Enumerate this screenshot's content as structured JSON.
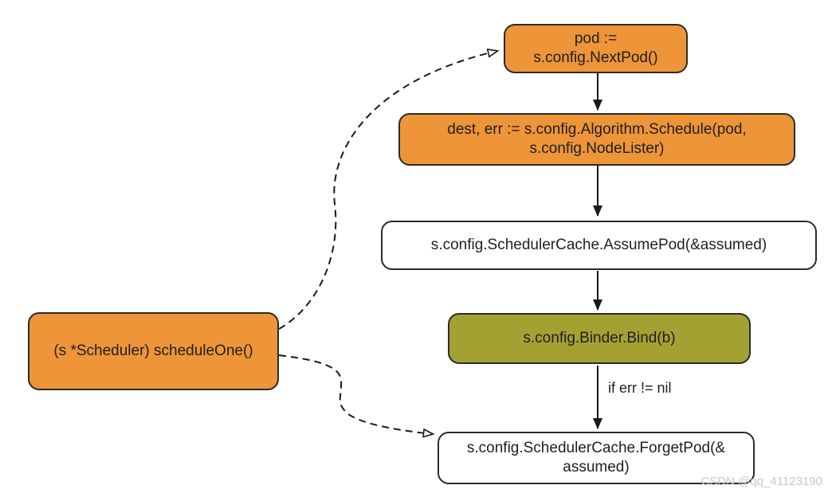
{
  "colors": {
    "orange": "#ED9538",
    "olive": "#A4A133",
    "node_border": "#2b2b2b",
    "text": "#1f1f1f",
    "arrow": "#1a1a1a",
    "watermark": "#c7c7c7",
    "background": "#ffffff"
  },
  "diagram": {
    "nodes": {
      "next_pod": {
        "label": "pod :=\ns.config.NextPod()"
      },
      "schedule": {
        "label": "dest, err := s.config.Algorithm.Schedule(pod,\ns.config.NodeLister)"
      },
      "assume_pod": {
        "label": "s.config.SchedulerCache.AssumePod(&assumed)"
      },
      "bind": {
        "label": "s.config.Binder.Bind(b)"
      },
      "forget_pod": {
        "label": "s.config.SchedulerCache.ForgetPod(&\nassumed)"
      },
      "schedule_one": {
        "label": "(s *Scheduler) scheduleOne()"
      }
    },
    "edge_labels": {
      "bind_to_forget": "if err != nil"
    }
  },
  "watermark": {
    "text": "CSDN @qq_41123190"
  }
}
